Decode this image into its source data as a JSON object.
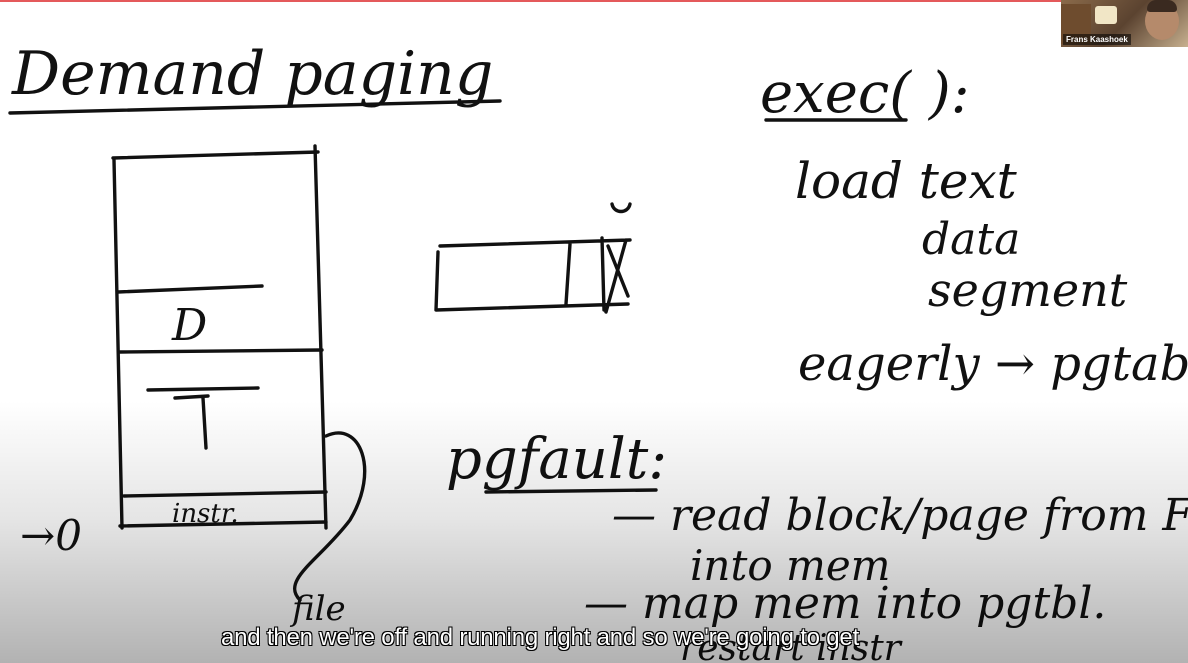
{
  "board": {
    "title": "Demand paging",
    "exec_heading": "exec( ):",
    "exec_lines": [
      "load text",
      "data",
      "segment",
      "eagerly → pgtable"
    ],
    "mem_labels": {
      "data": "D",
      "text": "T",
      "instr": "instr."
    },
    "zero_mark": "→0",
    "file_label": "file",
    "pgfault_heading": "pgfault:",
    "pgfault_steps": [
      "— read block/page from F",
      "into mem",
      "— map mem into pgtbl.",
      "restart instr"
    ]
  },
  "webcam": {
    "name": "Frans Kaashoek"
  },
  "caption": {
    "text": "and then we're off and running right and so we're going to get"
  },
  "colors": {
    "ink": "#111111",
    "top_bar": "#e4595b",
    "caption_text": "#ffffff"
  }
}
